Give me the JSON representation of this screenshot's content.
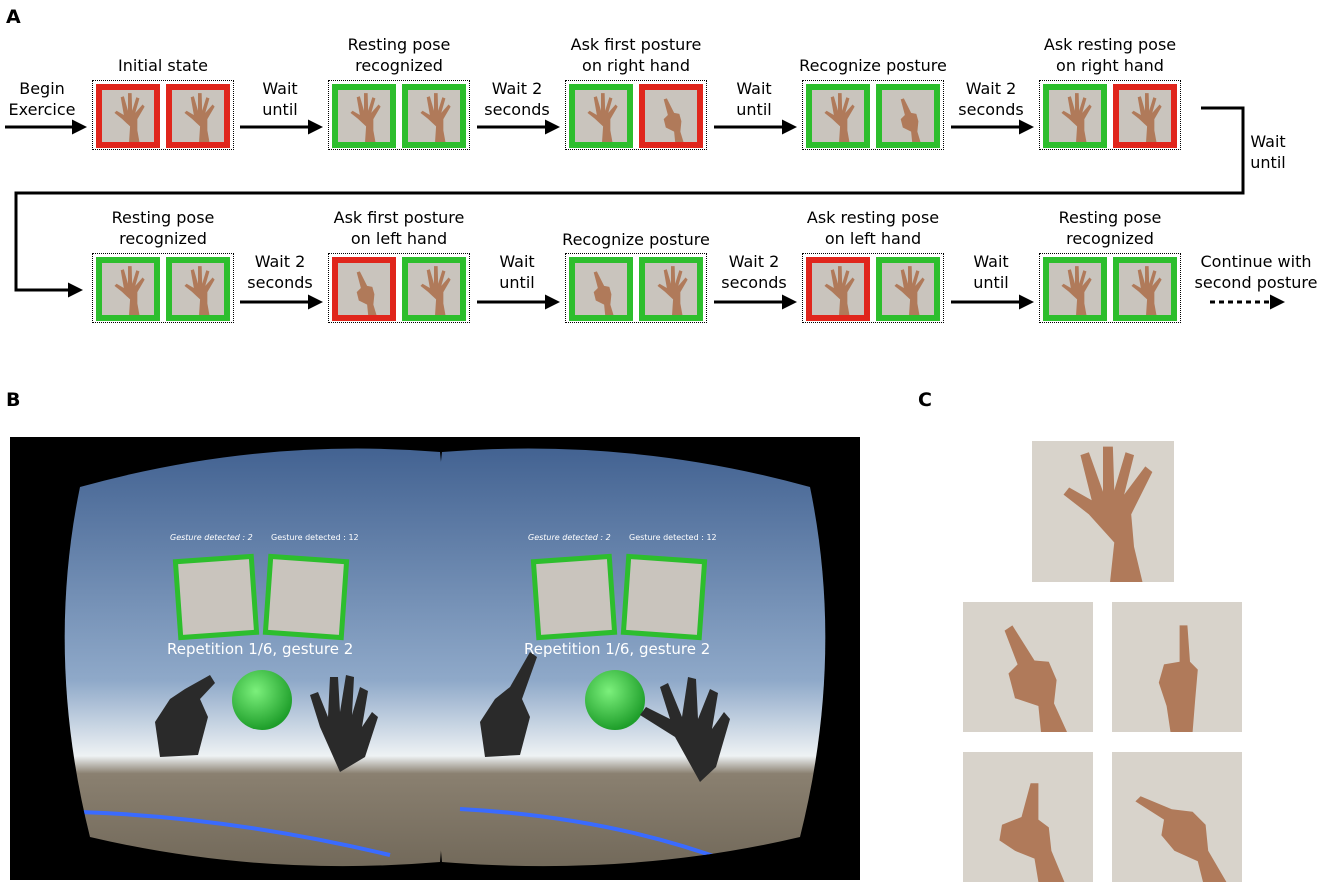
{
  "panels": {
    "a": "A",
    "b": "B",
    "c": "C"
  },
  "flow": {
    "begin": [
      "Begin",
      "Exercice"
    ],
    "row1_states": [
      {
        "title": [
          "Initial state"
        ],
        "left": "red",
        "right": "red",
        "left_pose": "open",
        "right_pose": "open"
      },
      {
        "title": [
          "Resting pose",
          "recognized"
        ],
        "left": "green",
        "right": "green",
        "left_pose": "open",
        "right_pose": "open"
      },
      {
        "title": [
          "Ask first posture",
          "on right hand"
        ],
        "left": "green",
        "right": "red",
        "left_pose": "open",
        "right_pose": "point"
      },
      {
        "title": [
          "Recognize posture"
        ],
        "left": "green",
        "right": "green",
        "left_pose": "open",
        "right_pose": "point"
      },
      {
        "title": [
          "Ask resting pose",
          "on right hand"
        ],
        "left": "green",
        "right": "red",
        "left_pose": "open",
        "right_pose": "open"
      }
    ],
    "row1_arrows": [
      [
        "Wait",
        "until"
      ],
      [
        "Wait 2",
        "seconds"
      ],
      [
        "Wait",
        "until"
      ],
      [
        "Wait 2",
        "seconds"
      ]
    ],
    "wrap_label": [
      "Wait",
      "until"
    ],
    "row2_states": [
      {
        "title": [
          "Resting pose",
          "recognized"
        ],
        "left": "green",
        "right": "green",
        "left_pose": "open",
        "right_pose": "open"
      },
      {
        "title": [
          "Ask first posture",
          "on left hand"
        ],
        "left": "red",
        "right": "green",
        "left_pose": "point",
        "right_pose": "open"
      },
      {
        "title": [
          "Recognize posture"
        ],
        "left": "green",
        "right": "green",
        "left_pose": "point",
        "right_pose": "open"
      },
      {
        "title": [
          "Ask resting pose",
          "on left hand"
        ],
        "left": "red",
        "right": "green",
        "left_pose": "open",
        "right_pose": "open"
      },
      {
        "title": [
          "Resting pose",
          "recognized"
        ],
        "left": "green",
        "right": "green",
        "left_pose": "open",
        "right_pose": "open"
      }
    ],
    "row2_arrows": [
      [
        "Wait 2",
        "seconds"
      ],
      [
        "Wait",
        "until"
      ],
      [
        "Wait 2",
        "seconds"
      ],
      [
        "Wait",
        "until"
      ]
    ],
    "continue": [
      "Continue with",
      "second posture"
    ]
  },
  "vr_view": {
    "eyes": [
      {
        "detected_left": "Gesture detected : 2",
        "detected_right": "Gesture detected : 12",
        "status": "Repetition 1/6, gesture 2"
      },
      {
        "detected_left": "Gesture detected : 2",
        "detected_right": "Gesture detected : 12",
        "status": "Repetition 1/6, gesture 2"
      }
    ],
    "colors": {
      "frame": "#2dbe2d",
      "sphere": "#2ecc40",
      "sky": "#5b7aa8",
      "ground": "#7d7264",
      "arc": "#3a7bff"
    }
  },
  "postures": [
    "open-hand",
    "index-point-right-hand",
    "index-point-left-hand",
    "thumb-up",
    "thumb-side"
  ],
  "colors": {
    "green": "#2dbe2d",
    "red": "#e0261c"
  }
}
